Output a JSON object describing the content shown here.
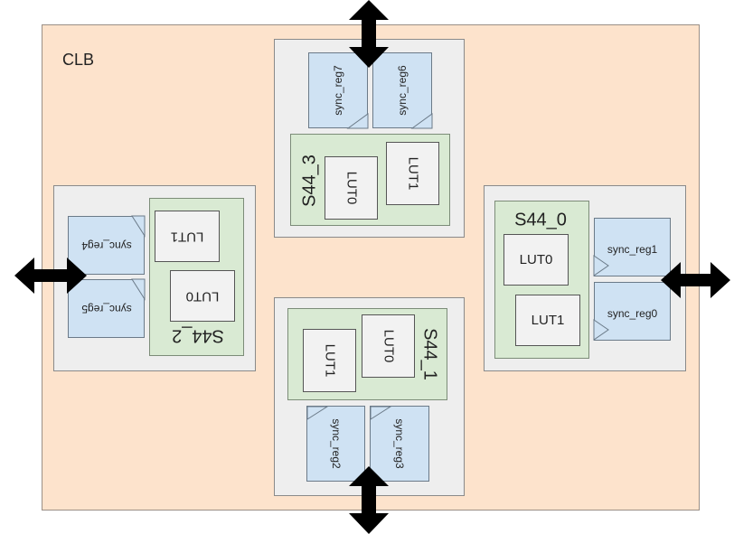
{
  "clb": {
    "label": "CLB"
  },
  "slices": {
    "s0": {
      "name": "S44_0",
      "lut_a": "LUT0",
      "lut_b": "LUT1",
      "reg_a": "sync_reg1",
      "reg_b": "sync_reg0"
    },
    "s1": {
      "name": "S44_1",
      "lut_a": "LUT0",
      "lut_b": "LUT1",
      "reg_a": "sync_reg2",
      "reg_b": "sync_reg3"
    },
    "s2": {
      "name": "S44_2",
      "lut_a": "LUT0",
      "lut_b": "LUT1",
      "reg_a": "sync_reg4",
      "reg_b": "sync_reg5"
    },
    "s3": {
      "name": "S44_3",
      "lut_a": "LUT0",
      "lut_b": "LUT1",
      "reg_a": "sync_reg7",
      "reg_b": "sync_reg6"
    }
  },
  "colors": {
    "clb_fill": "#fde3cc",
    "slice_fill": "#eeeeee",
    "lut_group_fill": "#d9ead3",
    "register_fill": "#cfe2f3",
    "arrow": "#000000"
  }
}
